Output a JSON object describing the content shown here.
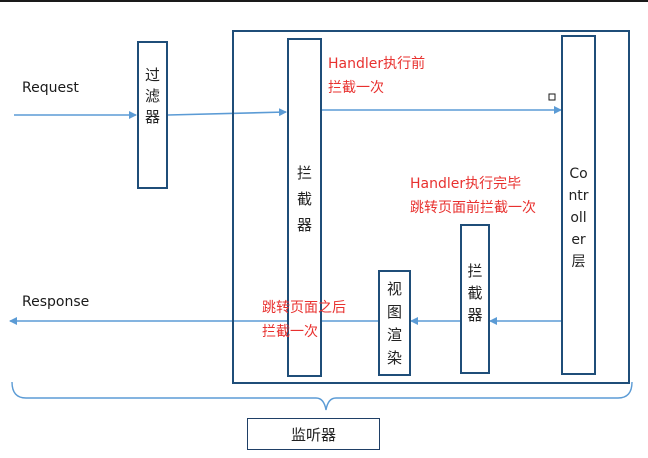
{
  "labels": {
    "request": "Request",
    "response": "Response"
  },
  "filter": {
    "chars": [
      "过",
      "滤",
      "器"
    ]
  },
  "interceptor_main": {
    "chars": [
      "拦",
      "截",
      "器"
    ]
  },
  "interceptor_small": {
    "chars": [
      "拦",
      "截",
      "器"
    ]
  },
  "view_render": {
    "chars": [
      "视",
      "图",
      "渲",
      "染"
    ]
  },
  "controller": {
    "lines": [
      "Co",
      "ntr",
      "oll",
      "er",
      "层"
    ]
  },
  "listener": {
    "label": "监听器"
  },
  "notes": {
    "before_handler": [
      "Handler执行前",
      "拦截一次"
    ],
    "after_handler": [
      "Handler执行完毕",
      "跳转页面前拦截一次"
    ],
    "after_page": [
      "跳转页面之后",
      "拦截一次"
    ]
  },
  "colors": {
    "box_border": "#1f4e79",
    "arrow": "#5b9bd5",
    "note_text": "#e8312f"
  }
}
